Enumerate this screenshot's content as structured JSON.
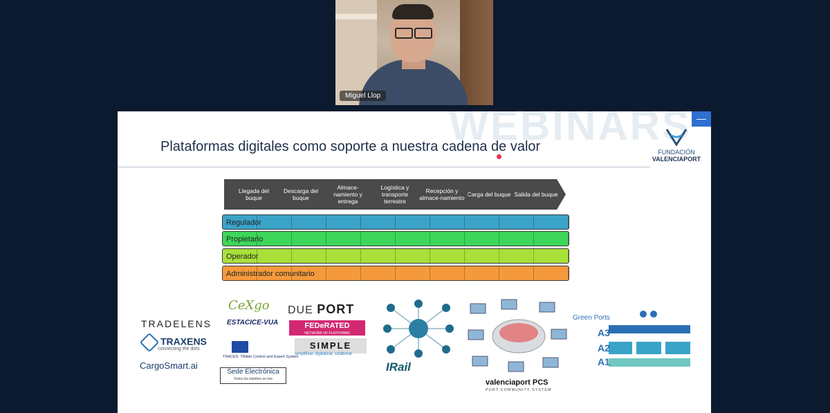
{
  "video": {
    "participant_name": "Miguel Llop"
  },
  "slide": {
    "watermark": "WEBINARS",
    "minimize_label": "—",
    "title": "Plataformas digitales como soporte a nuestra cadena de valor",
    "logo": {
      "line1": "FUNDACIÓN",
      "line2": "VALENCIAPORT"
    },
    "chain_steps": [
      "Llegada del buque",
      "Descarga del buque",
      "Almace-namiento y entrega",
      "Logística y transporte terrestre",
      "Recepción y almace-namiento",
      "Carga del buque",
      "Salida del buque"
    ],
    "roles": [
      {
        "label": "Regulador",
        "color": "#3ba3c7"
      },
      {
        "label": "Propietario",
        "color": "#3dd65a"
      },
      {
        "label": "Operador",
        "color": "#a8e03a"
      },
      {
        "label": "Administrador comunitario",
        "color": "#f59a3c"
      }
    ],
    "logos": {
      "tradelens": "TRADELENS",
      "traxens": "TRAXENS",
      "traxens_sub": "connecting the dots",
      "cargosmart": "CargoSmart.ai",
      "cexgo": "CeXgo",
      "estacice": "ESTACICE-VUA",
      "traces_cap": "TRACES: TRAde Control and Expert System",
      "sede_main": "Sede Electrónica",
      "sede_sub": "Todos los trámites on line",
      "dueport_a": "DUE",
      "dueport_b": "PORT",
      "federated": "FEDeRATED",
      "federated_sub": "NETWORK OF PLATFORMS",
      "simple": "SIMPLE",
      "simple_sub": "simplificar, digitalizar, colaborar",
      "irail": "IRail",
      "pcs": "valenciaport PCS",
      "pcs_sub": "PORT COMMUNITY SYSTEM",
      "green_ports": "Green Ports",
      "levels": [
        "A3",
        "A2",
        "A1"
      ]
    }
  }
}
